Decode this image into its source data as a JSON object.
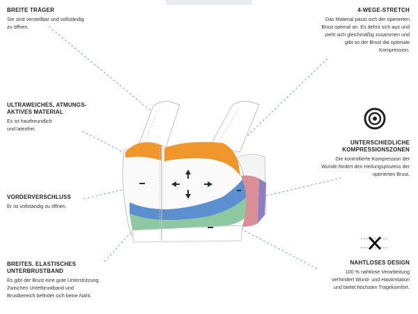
{
  "labels": {
    "breite_traeger": {
      "title": "BREITE TRÄGER",
      "lines": [
        "Sie sind verstellbar und vollständig",
        "zu öffnen."
      ]
    },
    "ultraweiches": {
      "title_lines": [
        "ULTRAWEICHES, ATMUNGS-",
        "AKTIVES MATERIAL"
      ],
      "lines": [
        "Es ist hautfreundlich",
        "und latexfrei."
      ]
    },
    "vorderverschluss": {
      "title": "VORDERVERSCHLUSS",
      "lines": [
        "Er ist vollständig zu öffnen."
      ]
    },
    "unterbrustband": {
      "title_lines": [
        "BREITES, ELASTISCHES",
        "UNTERBRUSTBAND"
      ],
      "lines": [
        "Es gibt der Brust eine gute Unterstützung.",
        "Zwischen Unterbrustband und",
        "Brustbereich befindet sich keine Naht."
      ]
    },
    "wege_stretch": {
      "title": "4-WEGE-STRETCH",
      "lines": [
        "Das Material passt sich der operierten",
        "Brust optimal an. Es dehnt sich aus und",
        "zieht sich gleichmäßig zusammen und",
        "gibt so der Brust die optimale",
        "Kompression."
      ]
    },
    "kompressionszonen": {
      "title_lines": [
        "UNTERSCHIEDLICHE",
        "KOMPRESSIONSZONEN"
      ],
      "lines": [
        "Die kontrollierte Kompression der",
        "Wunde fördert den Heilungsprozess der",
        "operierten Brust."
      ]
    },
    "nahtloses": {
      "title": "NAHTLOSES DESIGN",
      "lines": [
        "100 % nahtlose Verarbeitung",
        "verhindert Wund- und Hautirritation",
        "und bietet höchsten Tragekomfort."
      ]
    }
  },
  "icons": [
    "target-icon",
    "no-seam-icon",
    "four-way-arrows-icon"
  ],
  "colors": {
    "orange": "#f0962a",
    "blue": "#5b8fd0",
    "green": "#8cc9a1",
    "pink": "#d98f95",
    "purple": "#8b7fc0",
    "dashed": "#6fa7d6",
    "outline": "#c9c9c9"
  }
}
